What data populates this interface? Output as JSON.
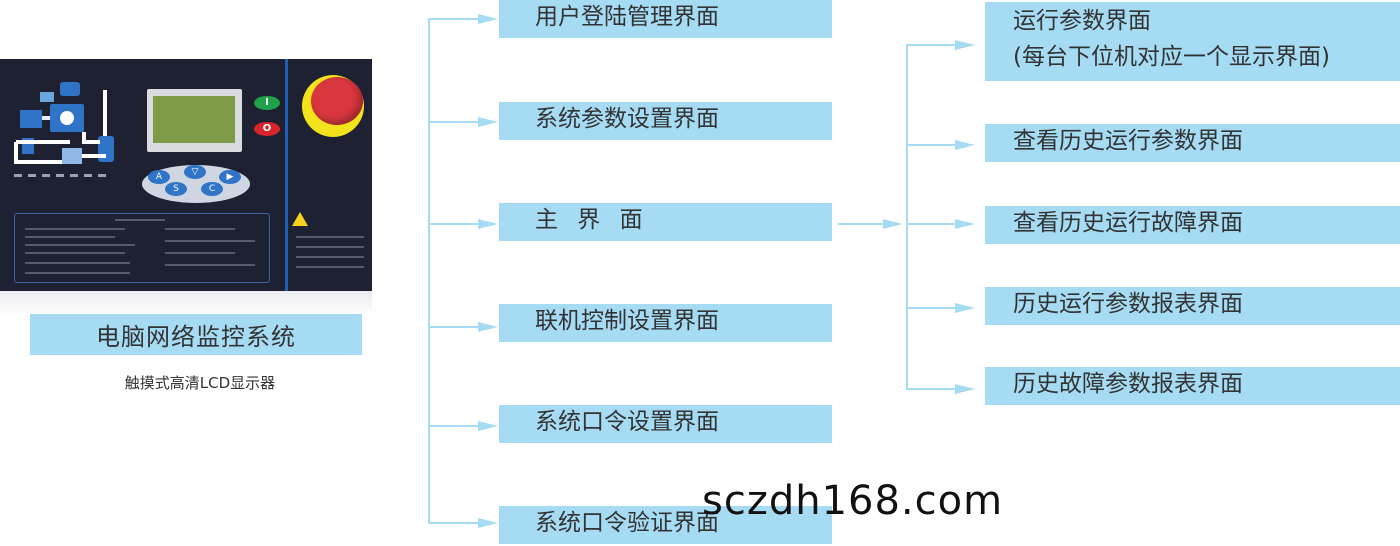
{
  "colors": {
    "box_fill": "#a6dbf4",
    "connector": "#a6dbf4",
    "text": "#333333",
    "panel_bg": "#1d2131",
    "panel_accent": "#1f5fb8",
    "start_button": "#1fa24a",
    "stop_button": "#d8242a",
    "estop_ring": "#f3e21c",
    "estop_button": "#d7363d"
  },
  "controller": {
    "image_name": "controller-panel",
    "start_glyph": "I",
    "stop_glyph": "O",
    "keys": [
      "A",
      "▽",
      "▶",
      "S",
      "C"
    ],
    "system_label": "电脑网络监控系统",
    "caption": "触摸式高清LCD显示器"
  },
  "menu": {
    "items": [
      {
        "label": "用户登陆管理界面"
      },
      {
        "label": "系统参数设置界面"
      },
      {
        "label": "主 界 面"
      },
      {
        "label": "联机控制设置界面"
      },
      {
        "label": "系统口令设置界面"
      },
      {
        "label": "系统口令验证界面"
      }
    ]
  },
  "submenu": {
    "parent": "主 界 面",
    "items": [
      {
        "label": "运行参数界面",
        "sublabel": "(每台下位机对应一个显示界面)"
      },
      {
        "label": "查看历史运行参数界面"
      },
      {
        "label": "查看历史运行故障界面"
      },
      {
        "label": "历史运行参数报表界面"
      },
      {
        "label": "历史故障参数报表界面"
      }
    ]
  },
  "watermark": "sczdh168.com"
}
